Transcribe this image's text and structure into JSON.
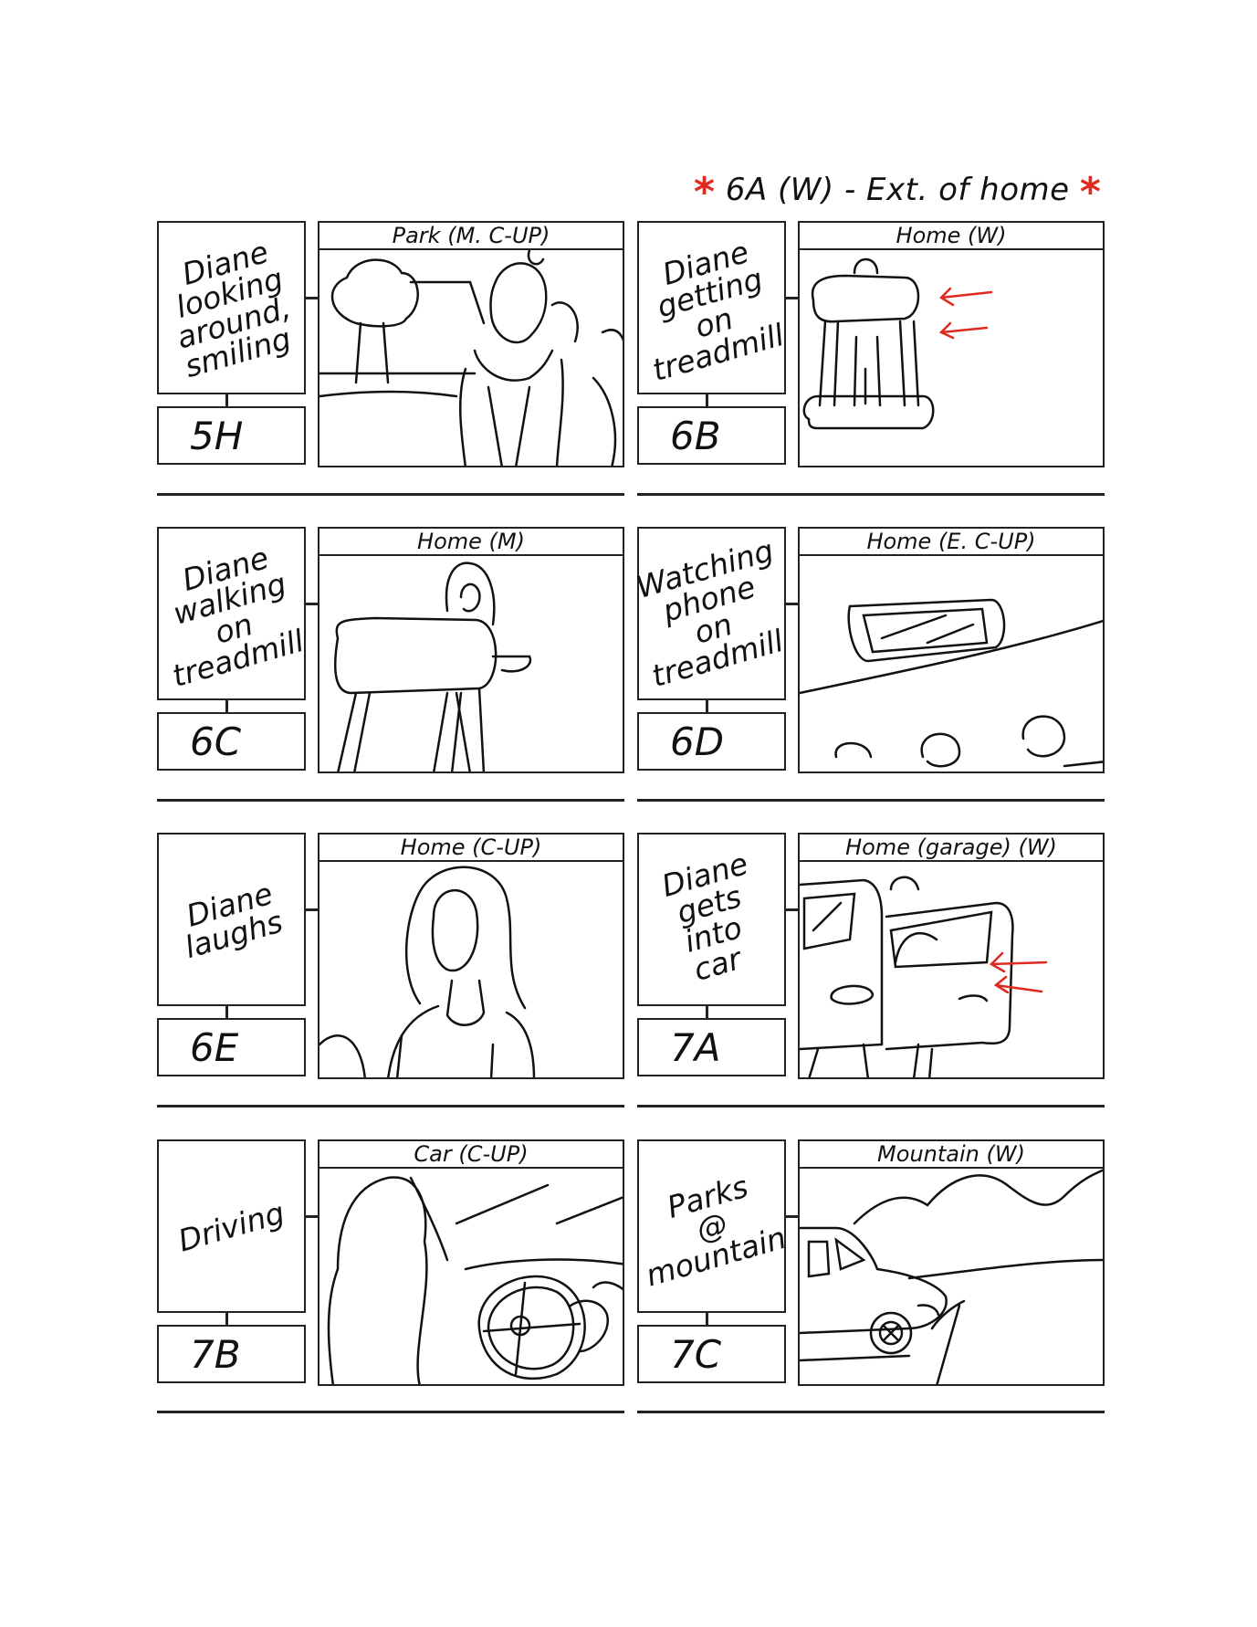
{
  "note": {
    "text": "6A (W) - Ext. of home",
    "star": "*"
  },
  "panels": [
    {
      "id": "5H",
      "desc": [
        "Diane",
        "looking",
        "around,",
        "smiling"
      ],
      "shot": "Park (M. C-UP)"
    },
    {
      "id": "6B",
      "desc": [
        "Diane",
        "getting",
        "on",
        "treadmill"
      ],
      "shot": "Home (W)"
    },
    {
      "id": "6C",
      "desc": [
        "Diane",
        "walking",
        "on",
        "treadmill"
      ],
      "shot": "Home (M)"
    },
    {
      "id": "6D",
      "desc": [
        "Watching",
        "phone",
        "on",
        "treadmill"
      ],
      "shot": "Home (E. C-UP)"
    },
    {
      "id": "6E",
      "desc": [
        "Diane",
        "laughs"
      ],
      "shot": "Home (C-UP)"
    },
    {
      "id": "7A",
      "desc": [
        "Diane",
        "gets",
        "into",
        "car"
      ],
      "shot": "Home (garage) (W)"
    },
    {
      "id": "7B",
      "desc": [
        "Driving"
      ],
      "shot": "Car (C-UP)"
    },
    {
      "id": "7C",
      "desc": [
        "Parks",
        "@",
        "mountain"
      ],
      "shot": "Mountain (W)"
    }
  ],
  "colors": {
    "ink": "#222222",
    "annotation": "#e0291f"
  }
}
